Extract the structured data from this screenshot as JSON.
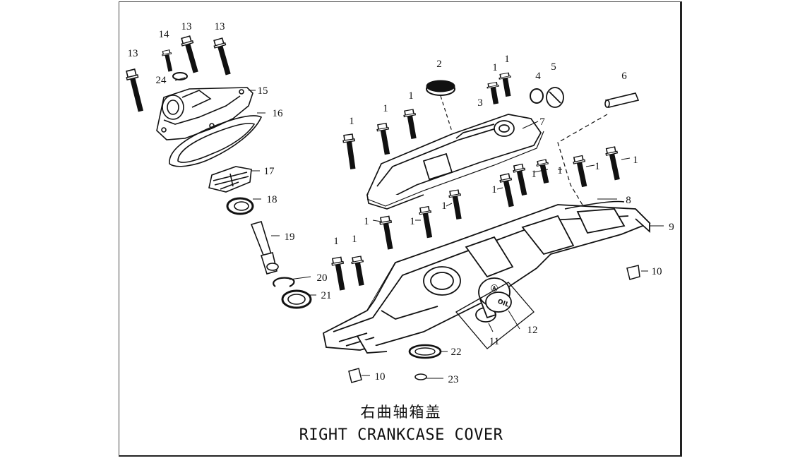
{
  "title_cn": "右曲轴箱盖",
  "title_en": "RIGHT CRANKCASE COVER",
  "cap_marks": {
    "top": "Ⓐ",
    "bottom": "OIL"
  },
  "labels": {
    "l_13a": "13",
    "l_14": "14",
    "l_13b": "13",
    "l_13c": "13",
    "l_24": "24",
    "l_15": "15",
    "l_16": "16",
    "l_17": "17",
    "l_18": "18",
    "l_19": "19",
    "l_20": "20",
    "l_21": "21",
    "l_2": "2",
    "l_3": "3",
    "l_1a": "1",
    "l_1b": "1",
    "l_4": "4",
    "l_5": "5",
    "l_6": "6",
    "l_7": "7",
    "l_1c": "1",
    "l_1d": "1",
    "l_1e": "1",
    "l_1f": "1",
    "l_1g": "1",
    "l_1h": "1",
    "l_1i": "1",
    "l_1j": "1",
    "l_8": "8",
    "l_9": "9",
    "l_1k": "1",
    "l_1l": "1",
    "l_1m": "1",
    "l_1n": "1",
    "l_1o": "1",
    "l_10a": "10",
    "l_11": "11",
    "l_12": "12",
    "l_22": "22",
    "l_10b": "10",
    "l_23": "23"
  }
}
